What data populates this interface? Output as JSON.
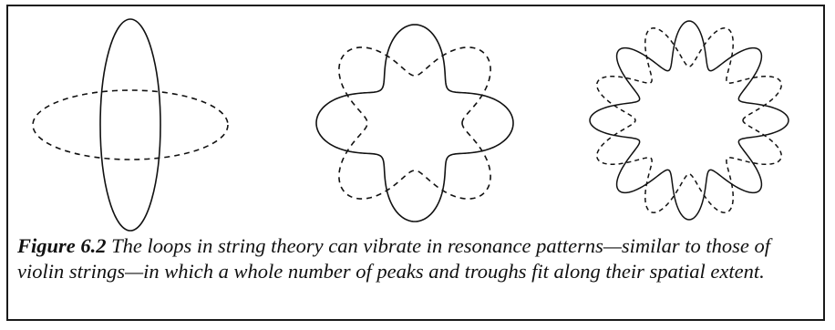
{
  "figure": {
    "label": "Figure 6.2",
    "caption": " The loops in string theory can vibrate in resonance patterns—similar to those of violin strings—in which a whole number of peaks and troughs fit along their spatial extent.",
    "line_color": "#111111",
    "panels": [
      {
        "mode": 2,
        "style": "solid-and-dashed"
      },
      {
        "mode": 4,
        "style": "solid-and-dashed"
      },
      {
        "mode": 8,
        "style": "solid-and-dashed"
      }
    ]
  }
}
